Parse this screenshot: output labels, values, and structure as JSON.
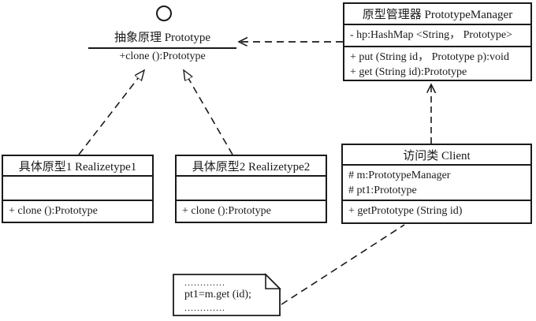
{
  "diagram": {
    "kind": "uml-class-diagram",
    "subject": "Prototype pattern with prototype manager"
  },
  "interface": {
    "name": "抽象原理 Prototype",
    "operation": "+clone ():Prototype"
  },
  "classes": {
    "prototype_manager": {
      "title": "原型管理器 PrototypeManager",
      "attributes": [
        "- hp:HashMap <String， Prototype>"
      ],
      "methods": [
        "+ put (String id， Prototype p):void",
        "+ get (String id):Prototype"
      ]
    },
    "realizetype1": {
      "title": "具体原型1 Realizetype1",
      "attributes": [],
      "methods": [
        "+ clone ():Prototype"
      ]
    },
    "realizetype2": {
      "title": "具体原型2 Realizetype2",
      "attributes": [],
      "methods": [
        "+ clone ():Prototype"
      ]
    },
    "client": {
      "title": "访问类 Client",
      "attributes": [
        "# m:PrototypeManager",
        "# pt1:Prototype"
      ],
      "methods": [
        "+ getPrototype (String id)"
      ]
    }
  },
  "note": {
    "lines": [
      ".............",
      "pt1=m.get (id);",
      "............."
    ]
  },
  "relations": [
    {
      "name": "realization-realizetype1-prototype",
      "type": "dashed-hollow-triangle"
    },
    {
      "name": "realization-realizetype2-prototype",
      "type": "dashed-hollow-triangle"
    },
    {
      "name": "dependency-manager-prototype",
      "type": "dashed-open-arrow"
    },
    {
      "name": "dependency-client-manager",
      "type": "dashed-open-arrow"
    },
    {
      "name": "note-anchor-client",
      "type": "dashed-line"
    }
  ],
  "colors": {
    "line": "#1a1a1a",
    "background": "#ffffff"
  }
}
